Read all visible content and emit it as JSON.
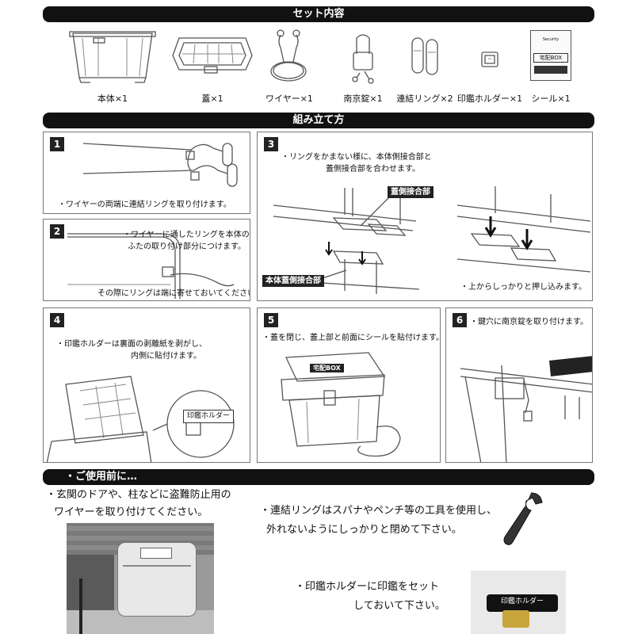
{
  "sections": {
    "contents_title": "セット内容",
    "assembly_title": "組み立て方",
    "before_use_title": "・ご使用前に…"
  },
  "items": [
    {
      "label": "本体×1",
      "icon": "box-body-icon"
    },
    {
      "label": "蓋×1",
      "icon": "box-lid-icon"
    },
    {
      "label": "ワイヤー×1",
      "icon": "wire-icon"
    },
    {
      "label": "南京錠×1",
      "icon": "padlock-icon"
    },
    {
      "label": "連結リング×2",
      "icon": "link-ring-icon"
    },
    {
      "label": "印鑑ホルダー×1",
      "icon": "seal-holder-icon"
    },
    {
      "label": "シール×1",
      "icon": "sticker-icon"
    }
  ],
  "sticker_text": {
    "line1": "Security",
    "line2": "宅配BOX"
  },
  "steps": [
    {
      "num": "1",
      "text": [
        "・ワイヤーの両端に連結リングを取り付けます。"
      ]
    },
    {
      "num": "2",
      "text": [
        "・ワイヤーに通したリングを本体の",
        "ふたの取り付け部分につけます。"
      ],
      "note": "その際にリングは端に寄せておいてください。"
    },
    {
      "num": "3",
      "text": [
        "・リングをかまない様に、本体側接合部と",
        "蓋側接合部を合わせます。"
      ],
      "tag_lid": "蓋側接合部",
      "tag_body": "本体蓋側接合部",
      "note": "・上からしっかりと押し込みます。"
    },
    {
      "num": "4",
      "text": [
        "・印鑑ホルダーは裏面の剥離紙を剥がし、",
        "内側に貼付けます。"
      ],
      "holder_label": "印鑑ホルダー"
    },
    {
      "num": "5",
      "text": [
        "・蓋を閉じ、蓋上部と前面にシールを貼付けます。"
      ],
      "lid_label": "宅配BOX"
    },
    {
      "num": "6",
      "text": [
        "・鍵穴に南京錠を取り付けます。"
      ]
    }
  ],
  "before_use": {
    "wire_note": [
      "・玄関のドアや、柱などに盗難防止用の",
      "ワイヤーを取り付けてください。"
    ],
    "ring_note": [
      "・連結リングはスパナやペンチ等の工具を使用し、",
      "外れないようにしっかりと閉めて下さい。"
    ],
    "seal_note": [
      "・印鑑ホルダーに印鑑をセット",
      "しておいて下さい。"
    ],
    "photo_label": "印鑑ホルダー"
  }
}
